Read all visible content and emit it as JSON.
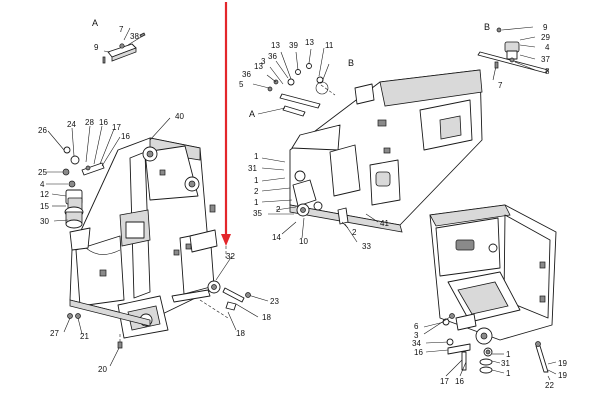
{
  "arrow_color": "#e3262b",
  "labels": {
    "detail_a_top": "A",
    "a_7": "7",
    "a_38": "38",
    "a_9": "9",
    "detail_b_top": "B",
    "b_9": "9",
    "b_29": "29",
    "b_4": "4",
    "b_37": "37",
    "b_8": "8",
    "b_7": "7",
    "m_13a": "13",
    "m_39": "39",
    "m_13b": "13",
    "m_11": "11",
    "m_36a": "36",
    "m_3": "3",
    "m_13c": "13",
    "m_36b": "36",
    "m_5": "5",
    "m_B": "B",
    "m_A": "A",
    "m_1a": "1",
    "m_31": "31",
    "m_1b": "1",
    "m_2a": "2",
    "m_1c": "1",
    "m_2b": "2",
    "m_35": "35",
    "m_14": "14",
    "m_10": "10",
    "m_2c": "2",
    "m_41": "41",
    "m_33": "33",
    "l_40": "40",
    "l_26": "26",
    "l_24": "24",
    "l_28": "28",
    "l_16a": "16",
    "l_17": "17",
    "l_16b": "16",
    "l_25": "25",
    "l_4": "4",
    "l_12": "12",
    "l_15": "15",
    "l_30": "30",
    "l_32": "32",
    "l_23": "23",
    "l_18a": "18",
    "l_18b": "18",
    "l_27": "27",
    "l_21": "21",
    "l_20": "20",
    "r_6": "6",
    "r_3": "3",
    "r_34": "34",
    "r_16a": "16",
    "r_1a": "1",
    "r_31": "31",
    "r_1b": "1",
    "r_17": "17",
    "r_16b": "16",
    "r_19a": "19",
    "r_19b": "19",
    "r_22": "22"
  }
}
